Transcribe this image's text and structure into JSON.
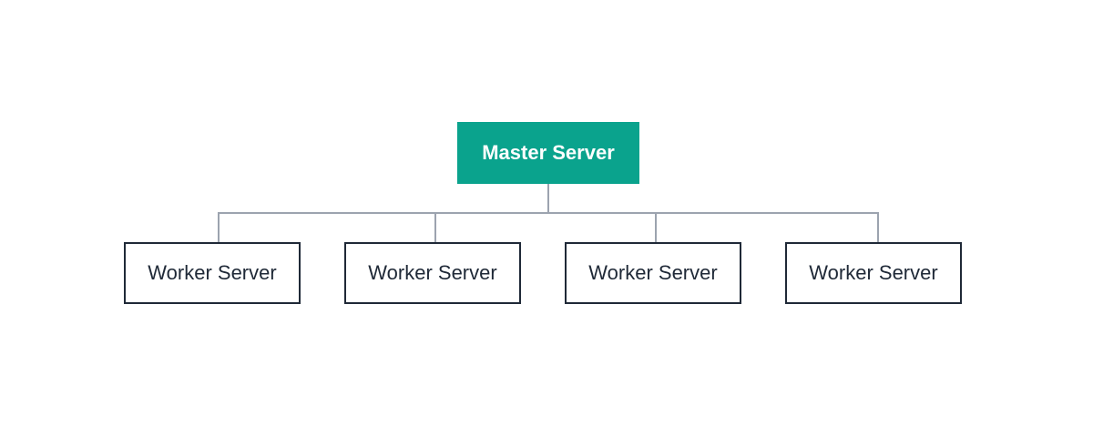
{
  "diagram": {
    "master": {
      "label": "Master Server",
      "color": "#0aa38d"
    },
    "workers": [
      {
        "label": "Worker Server"
      },
      {
        "label": "Worker Server"
      },
      {
        "label": "Worker Server"
      },
      {
        "label": "Worker Server"
      }
    ],
    "colors": {
      "connector": "#9ca3af",
      "worker_border": "#1f2937",
      "worker_text": "#1f2937"
    }
  }
}
